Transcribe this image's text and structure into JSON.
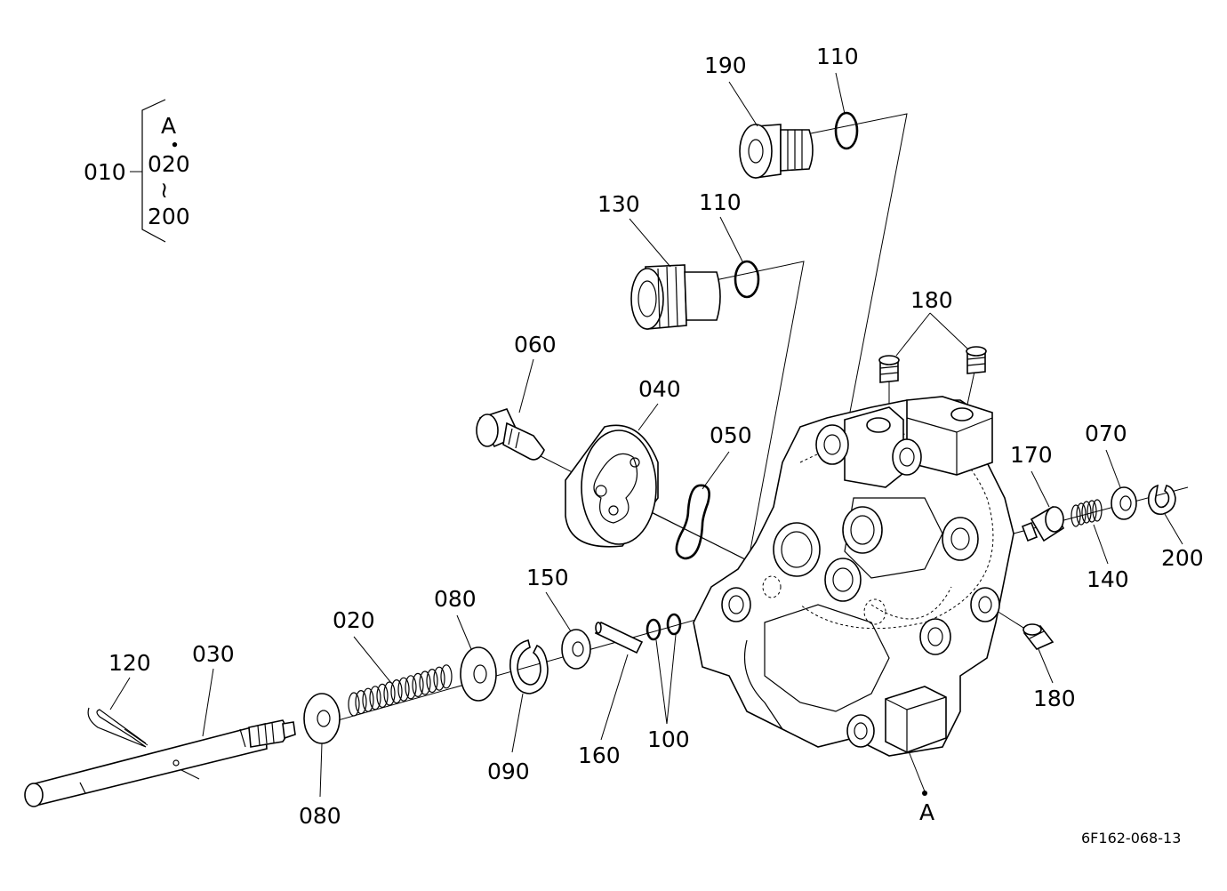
{
  "bracket_group": {
    "main": "010",
    "top": "A",
    "dot": "・",
    "from": "020",
    "range": "≀",
    "to": "200"
  },
  "labels": {
    "p190": "190",
    "p110_top": "110",
    "p130": "130",
    "p110_mid": "110",
    "p180_top": "180",
    "p060": "060",
    "p040": "040",
    "p050": "050",
    "p170": "170",
    "p070": "070",
    "p140": "140",
    "p200": "200",
    "p180_bottom": "180",
    "p150": "150",
    "p080_upper": "080",
    "p020": "020",
    "p120": "120",
    "p030": "030",
    "p080_lower": "080",
    "p090": "090",
    "p160": "160",
    "p100": "100",
    "ref_a": "A"
  },
  "drawing_code": "6F162-068-13"
}
